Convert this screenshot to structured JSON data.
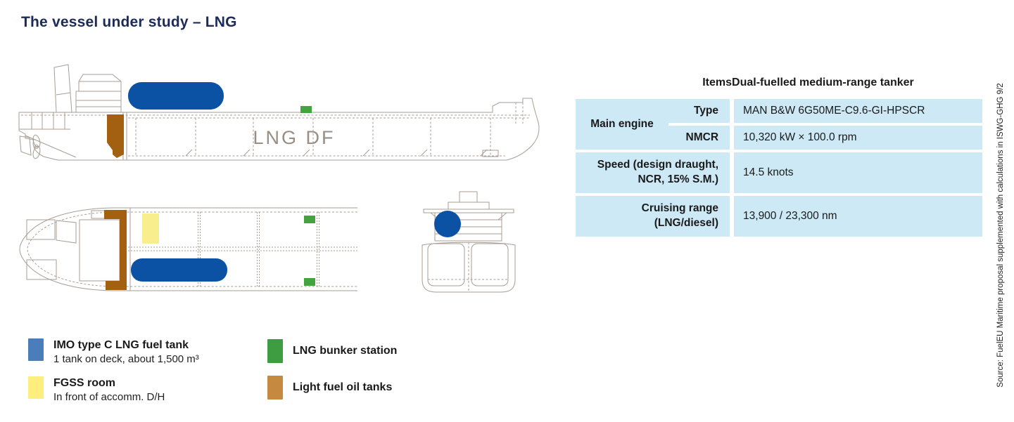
{
  "title": "The vessel under study – LNG",
  "diagram": {
    "hull_label": "LNG DF",
    "colors": {
      "outline": "#a79d94",
      "lng_tank_blue": "#0b52a5",
      "bunker_green": "#43a33c",
      "fgss_yellow": "#f9ee8e",
      "lfo_brown": "#a36010",
      "hull_label_gray": "#998e84"
    }
  },
  "table": {
    "headers": {
      "items": "Items",
      "vessel": "Dual-fuelled medium-range tanker"
    },
    "main_engine": {
      "label": "Main engine",
      "type_label": "Type",
      "type_value": "MAN B&W 6G50ME-C9.6-GI-HPSCR",
      "nmcr_label": "NMCR",
      "nmcr_value": "10,320 kW × 100.0 rpm"
    },
    "speed": {
      "label": "Speed (design draught, NCR, 15% S.M.)",
      "value": "14.5 knots"
    },
    "cruising_range": {
      "label": "Cruising range (LNG/diesel)",
      "value": "13,900 / 23,300 nm"
    },
    "colors": {
      "row_bg": "#cde9f5",
      "header_rule": "#1b2b55"
    }
  },
  "legend": {
    "lng_tank": {
      "name": "IMO type C LNG fuel tank",
      "detail": "1 tank on deck, about 1,500 m³",
      "color": "#4a7db9"
    },
    "fgss": {
      "name": "FGSS room",
      "detail": "In front of accomm. D/H",
      "color": "#fdee7d"
    },
    "bunker": {
      "name": "LNG bunker station",
      "color": "#3f9d41"
    },
    "lfo": {
      "name": "Light fuel oil tanks",
      "color": "#c5893f"
    }
  },
  "source": "Source: FuelEU Maritime proposal supplemented with calculations in ISWG-GHG 9/2"
}
